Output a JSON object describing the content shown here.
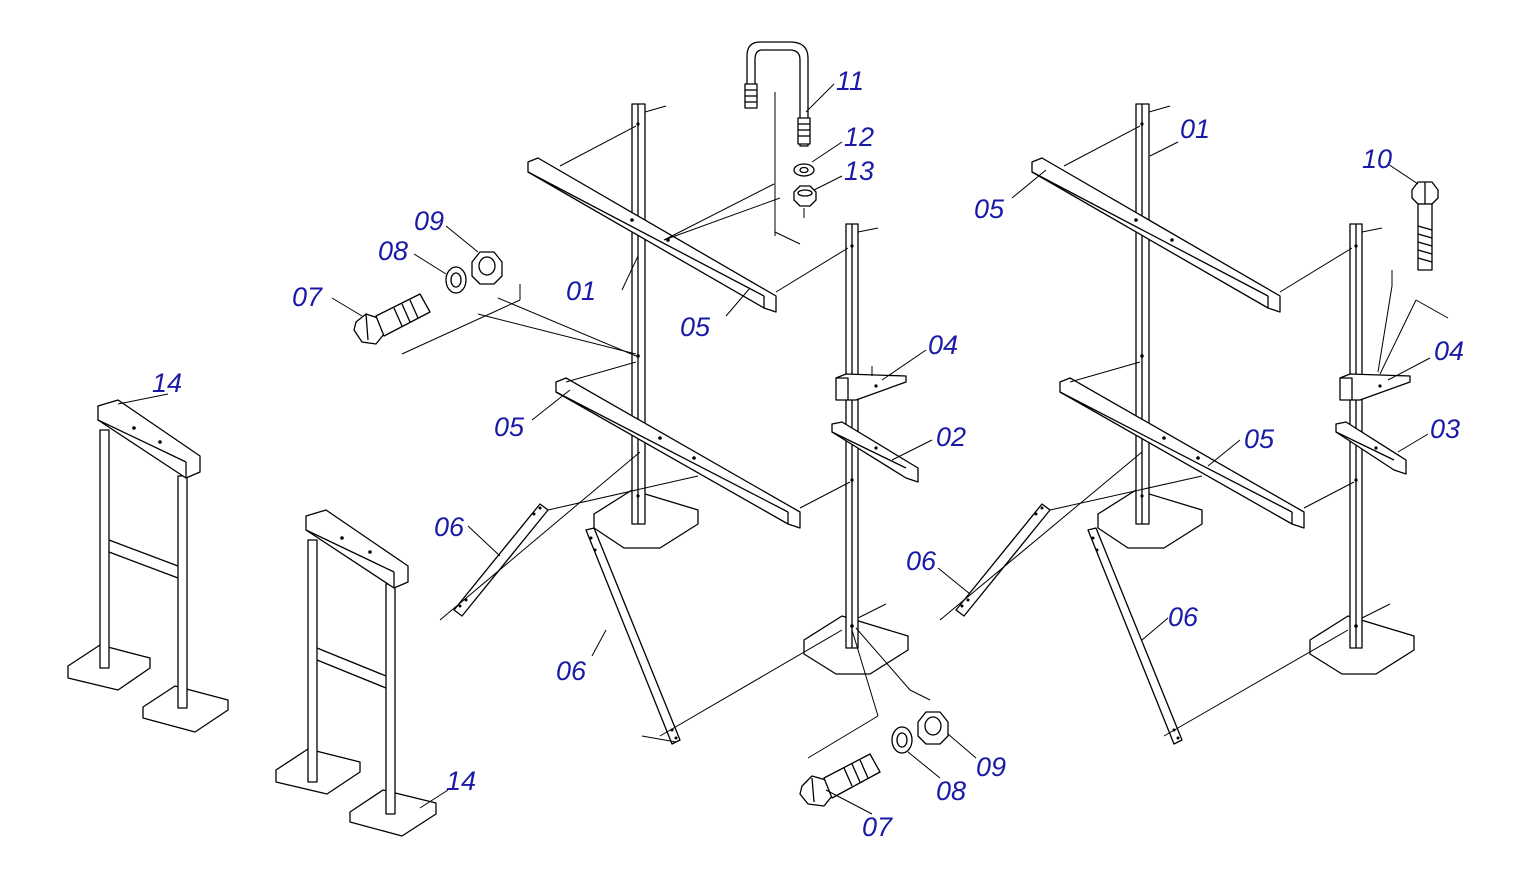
{
  "labels": {
    "p01": "01",
    "p02": "02",
    "p03": "03",
    "p04": "04",
    "p05": "05",
    "p06": "06",
    "p07": "07",
    "p08": "08",
    "p09": "09",
    "p10": "10",
    "p11": "11",
    "p12": "12",
    "p13": "13",
    "p14": "14"
  },
  "colors": {
    "label": "#1a1aa6",
    "line": "#000000",
    "background": "#ffffff"
  }
}
